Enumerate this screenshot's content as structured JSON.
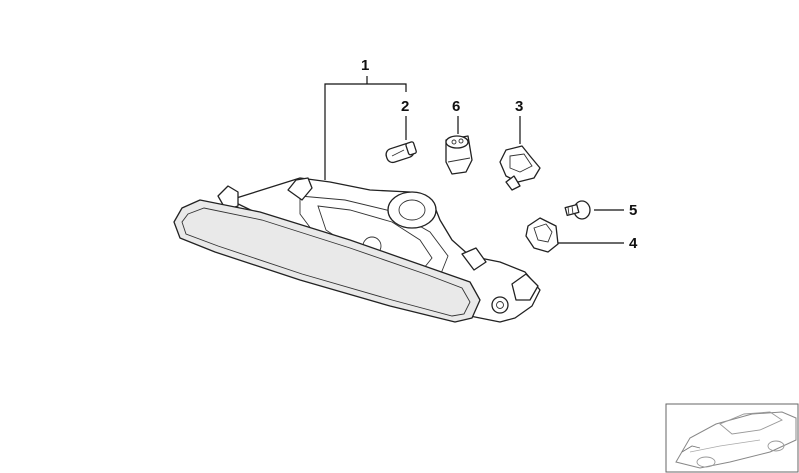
{
  "callouts": [
    {
      "id": "1",
      "label": "1"
    },
    {
      "id": "2",
      "label": "2"
    },
    {
      "id": "3",
      "label": "3"
    },
    {
      "id": "4",
      "label": "4"
    },
    {
      "id": "5",
      "label": "5"
    },
    {
      "id": "6",
      "label": "6"
    }
  ],
  "parts": {
    "fog_light_assembly": "fog-light-assembly",
    "bulb": "bulb",
    "bulb_socket": "bulb-socket",
    "bracket_clip": "bracket-clip",
    "clip_nut": "clip-nut",
    "screw": "screw",
    "vehicle_thumbnail": "vehicle-thumbnail"
  }
}
